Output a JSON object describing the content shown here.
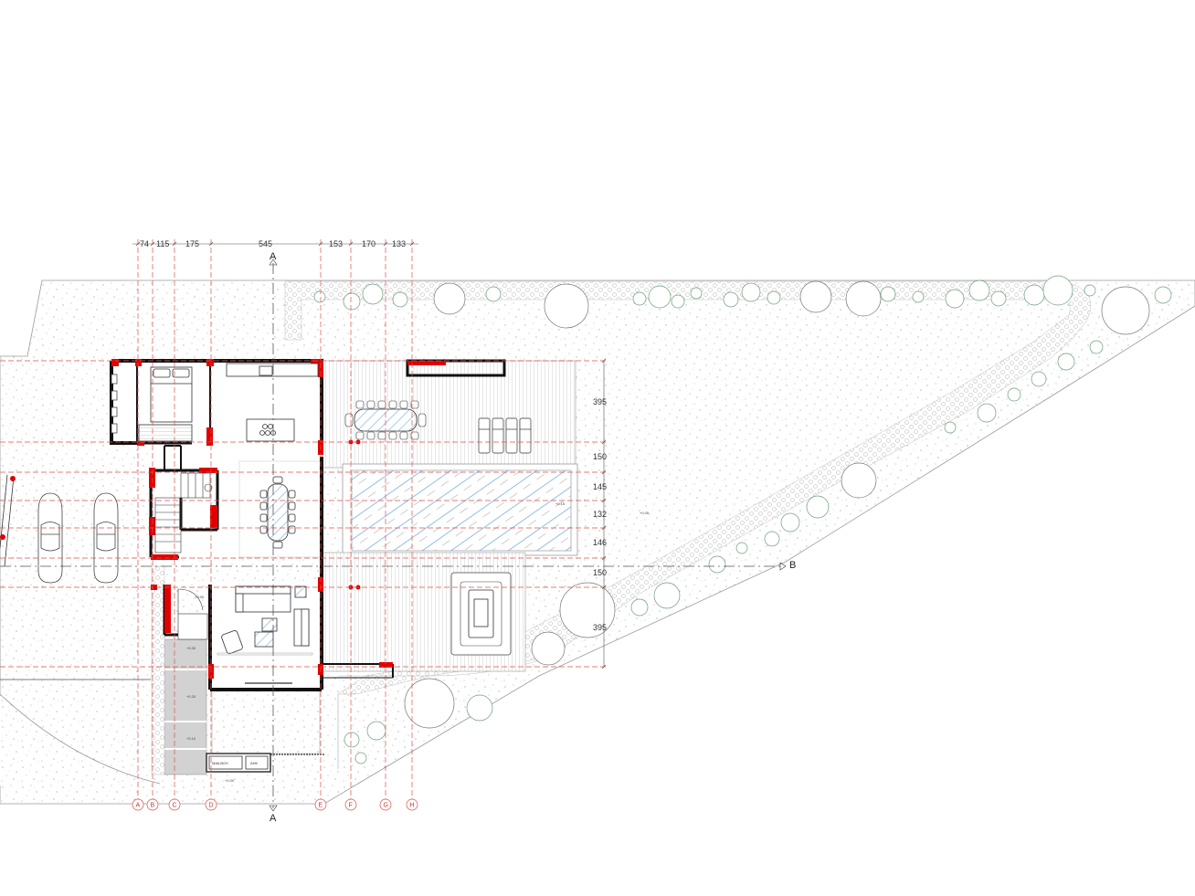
{
  "plan": {
    "column_dimensions": [
      "74",
      "115",
      "175",
      "545",
      "153",
      "170",
      "133"
    ],
    "row_dimensions": [
      "395",
      "150",
      "145",
      "132",
      "146",
      "150",
      "395"
    ],
    "grid_axes": [
      "A",
      "B",
      "C",
      "D",
      "E",
      "F",
      "G",
      "H"
    ],
    "section_markers": {
      "a_top": "A",
      "a_bottom": "A",
      "b_right": "B"
    },
    "labels": {
      "mailbox": "MAILBOX",
      "ahk": "AHK"
    },
    "levels": [
      "+0.30",
      "+0.30",
      "+0.20",
      "+0.10",
      "+0.00",
      "+0.15",
      "+0.05"
    ],
    "colors": {
      "wall": "#111111",
      "wall_highlight": "#e00000",
      "grid_line": "#d9534f",
      "water_hatch": "#6fa8dc",
      "ground_dot": "#8a8a8a",
      "tree": "#6b9e7a"
    }
  }
}
